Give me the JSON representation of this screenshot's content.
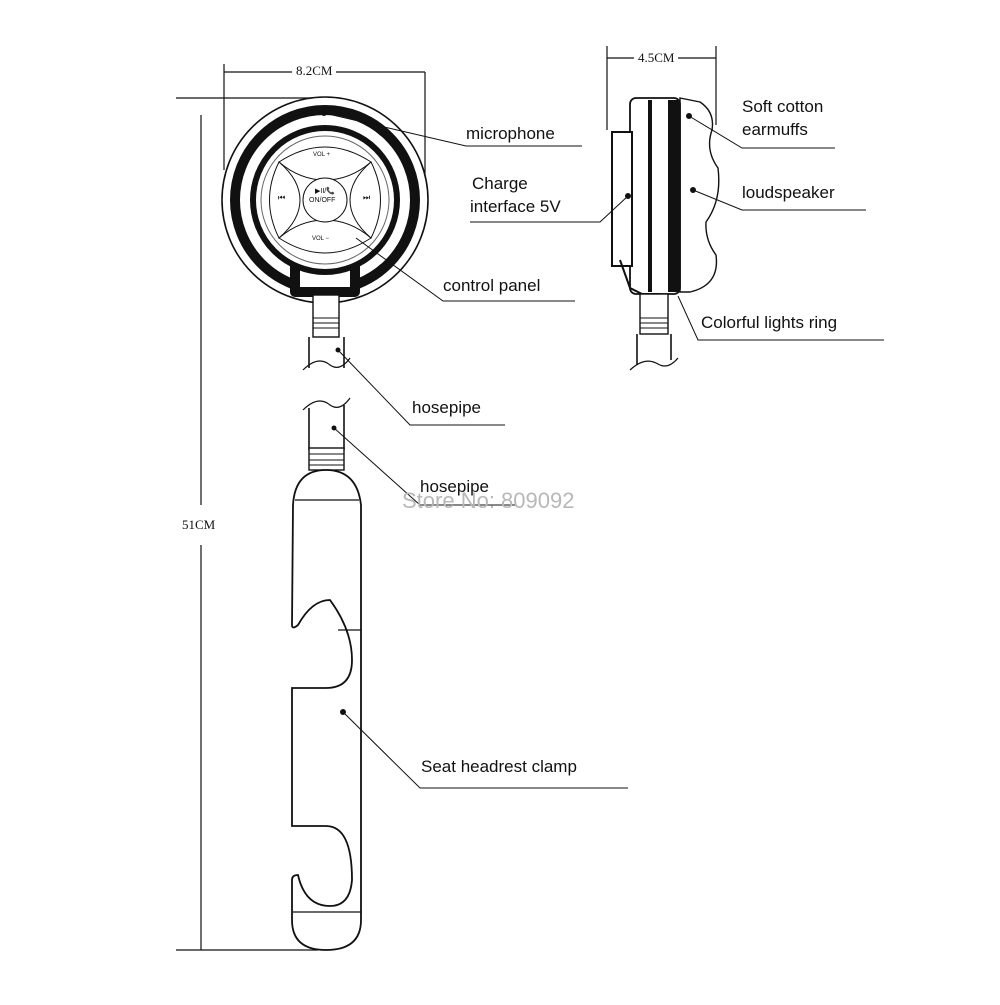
{
  "dimensions": {
    "width": "8.2CM",
    "depth": "4.5CM",
    "length": "51CM"
  },
  "control_panel": {
    "vol_up": "VOL +",
    "vol_down": "VOL −",
    "play_pause": "▶II/📞",
    "power": "ON/OFF",
    "prev": "⏮",
    "next": "⏭"
  },
  "labels": {
    "microphone": "microphone",
    "control_panel": "control panel",
    "charge_interface_line1": "Charge",
    "charge_interface_line2": "interface 5V",
    "soft_cotton_line1": "Soft cotton",
    "soft_cotton_line2": "earmuffs",
    "loudspeaker": "loudspeaker",
    "colorful_lights_ring": "Colorful lights ring",
    "hosepipe_upper": "hosepipe",
    "hosepipe_lower": "hosepipe",
    "seat_headrest_clamp": "Seat headrest clamp"
  },
  "watermark": "Store No: 809092"
}
